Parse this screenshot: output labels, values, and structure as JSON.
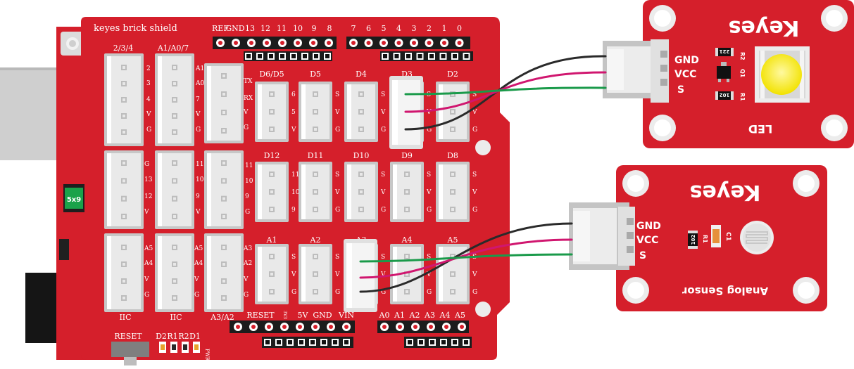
{
  "colors": {
    "board_red": "#d51f2b",
    "board_dark": "#c41a24",
    "connector_white": "#e9e9e9",
    "connector_grey": "#c7c7c7",
    "header_black": "#1c1c1c",
    "wire_black": "#2a2a2a",
    "wire_magenta": "#d0166f",
    "wire_green": "#1a9a4a",
    "led_yellow": "#f5e600",
    "usb_grey": "#cfcfcf",
    "jack_black": "#151515"
  },
  "shield": {
    "brand": "keyes brick shield",
    "top_left_header": [
      "REF",
      "GND",
      "13",
      "12",
      "11",
      "10",
      "9",
      "8"
    ],
    "top_right_header": [
      "7",
      "6",
      "5",
      "4",
      "3",
      "2",
      "1",
      "0"
    ],
    "left_column_titles": [
      "2/3/4",
      "A1/A0/7"
    ],
    "col1_pins_top": [
      "2",
      "3",
      "4",
      "V",
      "G"
    ],
    "col2_pins_top": [
      "A1",
      "A0",
      "7",
      "V",
      "G"
    ],
    "col3_pins_top": [
      "TX",
      "RX",
      "V",
      "G"
    ],
    "col1_pins_mid": [
      "G",
      "13",
      "12",
      "V"
    ],
    "col2_pins_mid": [
      "11",
      "10",
      "9",
      "V"
    ],
    "col3_pins_mid": [
      "11",
      "10",
      "9",
      "G"
    ],
    "col1_pins_bot": [
      "A5",
      "A4",
      "V",
      "G"
    ],
    "col2_pins_bot": [
      "A5",
      "A4",
      "V",
      "G"
    ],
    "col3_pins_bot": [
      "A3",
      "A2",
      "V",
      "G"
    ],
    "bottom_column_labels": [
      "IIC",
      "IIC",
      "A3/A2"
    ],
    "row1_titles": [
      "D6/D5",
      "D5",
      "D4",
      "D3",
      "D2"
    ],
    "row1_first_pins": [
      "6",
      "5",
      "V"
    ],
    "row2_titles": [
      "D12",
      "D11",
      "D10",
      "D9",
      "D8"
    ],
    "row2_first_pins": [
      "11",
      "10",
      "9"
    ],
    "row3_titles": [
      "A1",
      "A2",
      "A3",
      "A4",
      "A5"
    ],
    "svg_pins": [
      "S",
      "V",
      "G"
    ],
    "bottom_header_left": [
      "RESET",
      "3V3",
      "5V",
      "GND",
      "VIN"
    ],
    "bottom_header_right": [
      "A0",
      "A1",
      "A2",
      "A3",
      "A4",
      "A5"
    ],
    "reset_label": "RESET",
    "led_labels": [
      "D2",
      "R1",
      "R2",
      "D1"
    ],
    "pwr_label": "PWR",
    "fuse_label": "5x9"
  },
  "led_module": {
    "brand": "Keyes",
    "name": "LED",
    "pins": [
      "GND",
      "VCC",
      "S"
    ],
    "components": [
      "R2",
      "Q1",
      "R1"
    ],
    "resistor_codes": [
      "221",
      "102"
    ]
  },
  "sensor_module": {
    "brand": "Keyes",
    "name": "Analog Sensor",
    "pins": [
      "GND",
      "VCC",
      "S"
    ],
    "components": [
      "R1",
      "C1"
    ],
    "resistor_codes": [
      "102"
    ]
  }
}
